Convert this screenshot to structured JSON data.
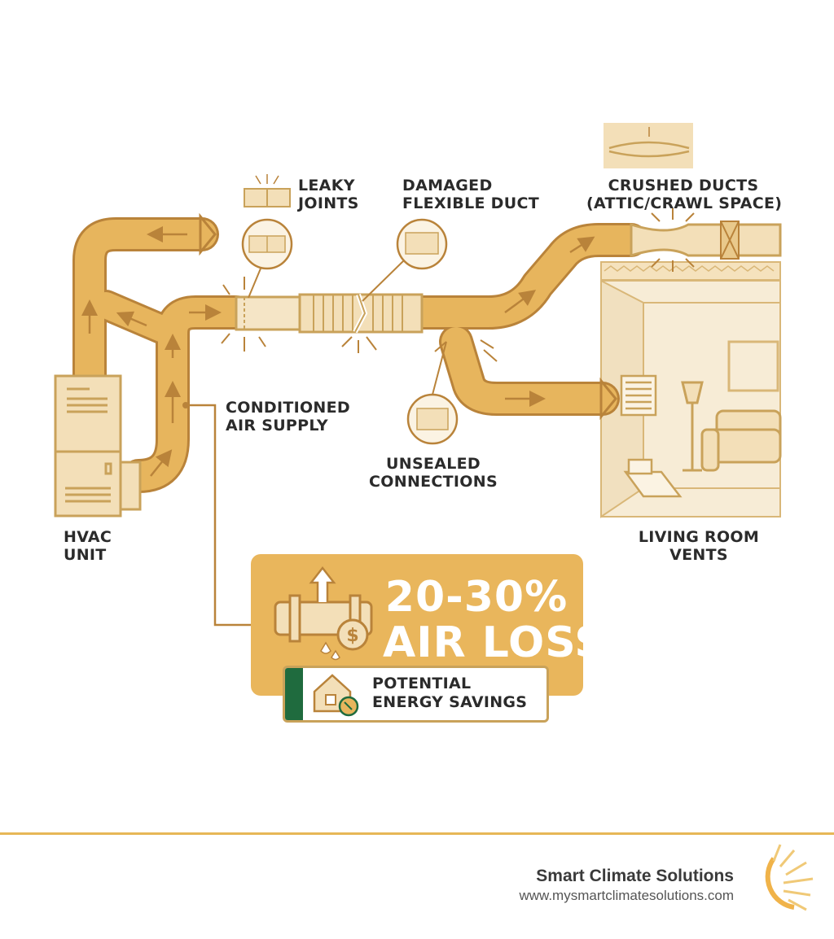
{
  "labels": {
    "leaky_joints": [
      "LEAKY",
      "JOINTS"
    ],
    "damaged_flex": [
      "DAMAGED",
      "FLEXIBLE DUCT"
    ],
    "crushed_ducts": [
      "CRUSHED DUCTS",
      "(ATTIC/CRAWL SPACE)"
    ],
    "conditioned_air": [
      "CONDITIONED",
      "AIR SUPPLY"
    ],
    "unsealed": [
      "UNSEALED",
      "CONNECTIONS"
    ],
    "hvac_unit": [
      "HVAC",
      "UNIT"
    ],
    "living_room": [
      "LIVING ROOM",
      "VENTS"
    ]
  },
  "stat": {
    "value": "20-30%",
    "caption": "AIR LOSS",
    "savings": [
      "POTENTIAL",
      "ENERGY SAVINGS"
    ]
  },
  "brand": {
    "name": "Smart Climate Solutions",
    "url": "www.mysmartclimatesolutions.com"
  },
  "colors": {
    "duct": "#e7b55d",
    "duct_outline": "#b9833a",
    "flex": "#f3dfb8",
    "stat_card": "#e9b65c",
    "savings_accent": "#1f6b3e",
    "footer_line": "#e7b757"
  },
  "icons": [
    "hvac-unit-icon",
    "leak-pipe-icon",
    "dollar-coin-icon",
    "house-savings-icon",
    "sun-logo-icon",
    "sofa-icon",
    "floor-lamp-icon",
    "wall-vent-icon",
    "floor-vent-icon"
  ]
}
